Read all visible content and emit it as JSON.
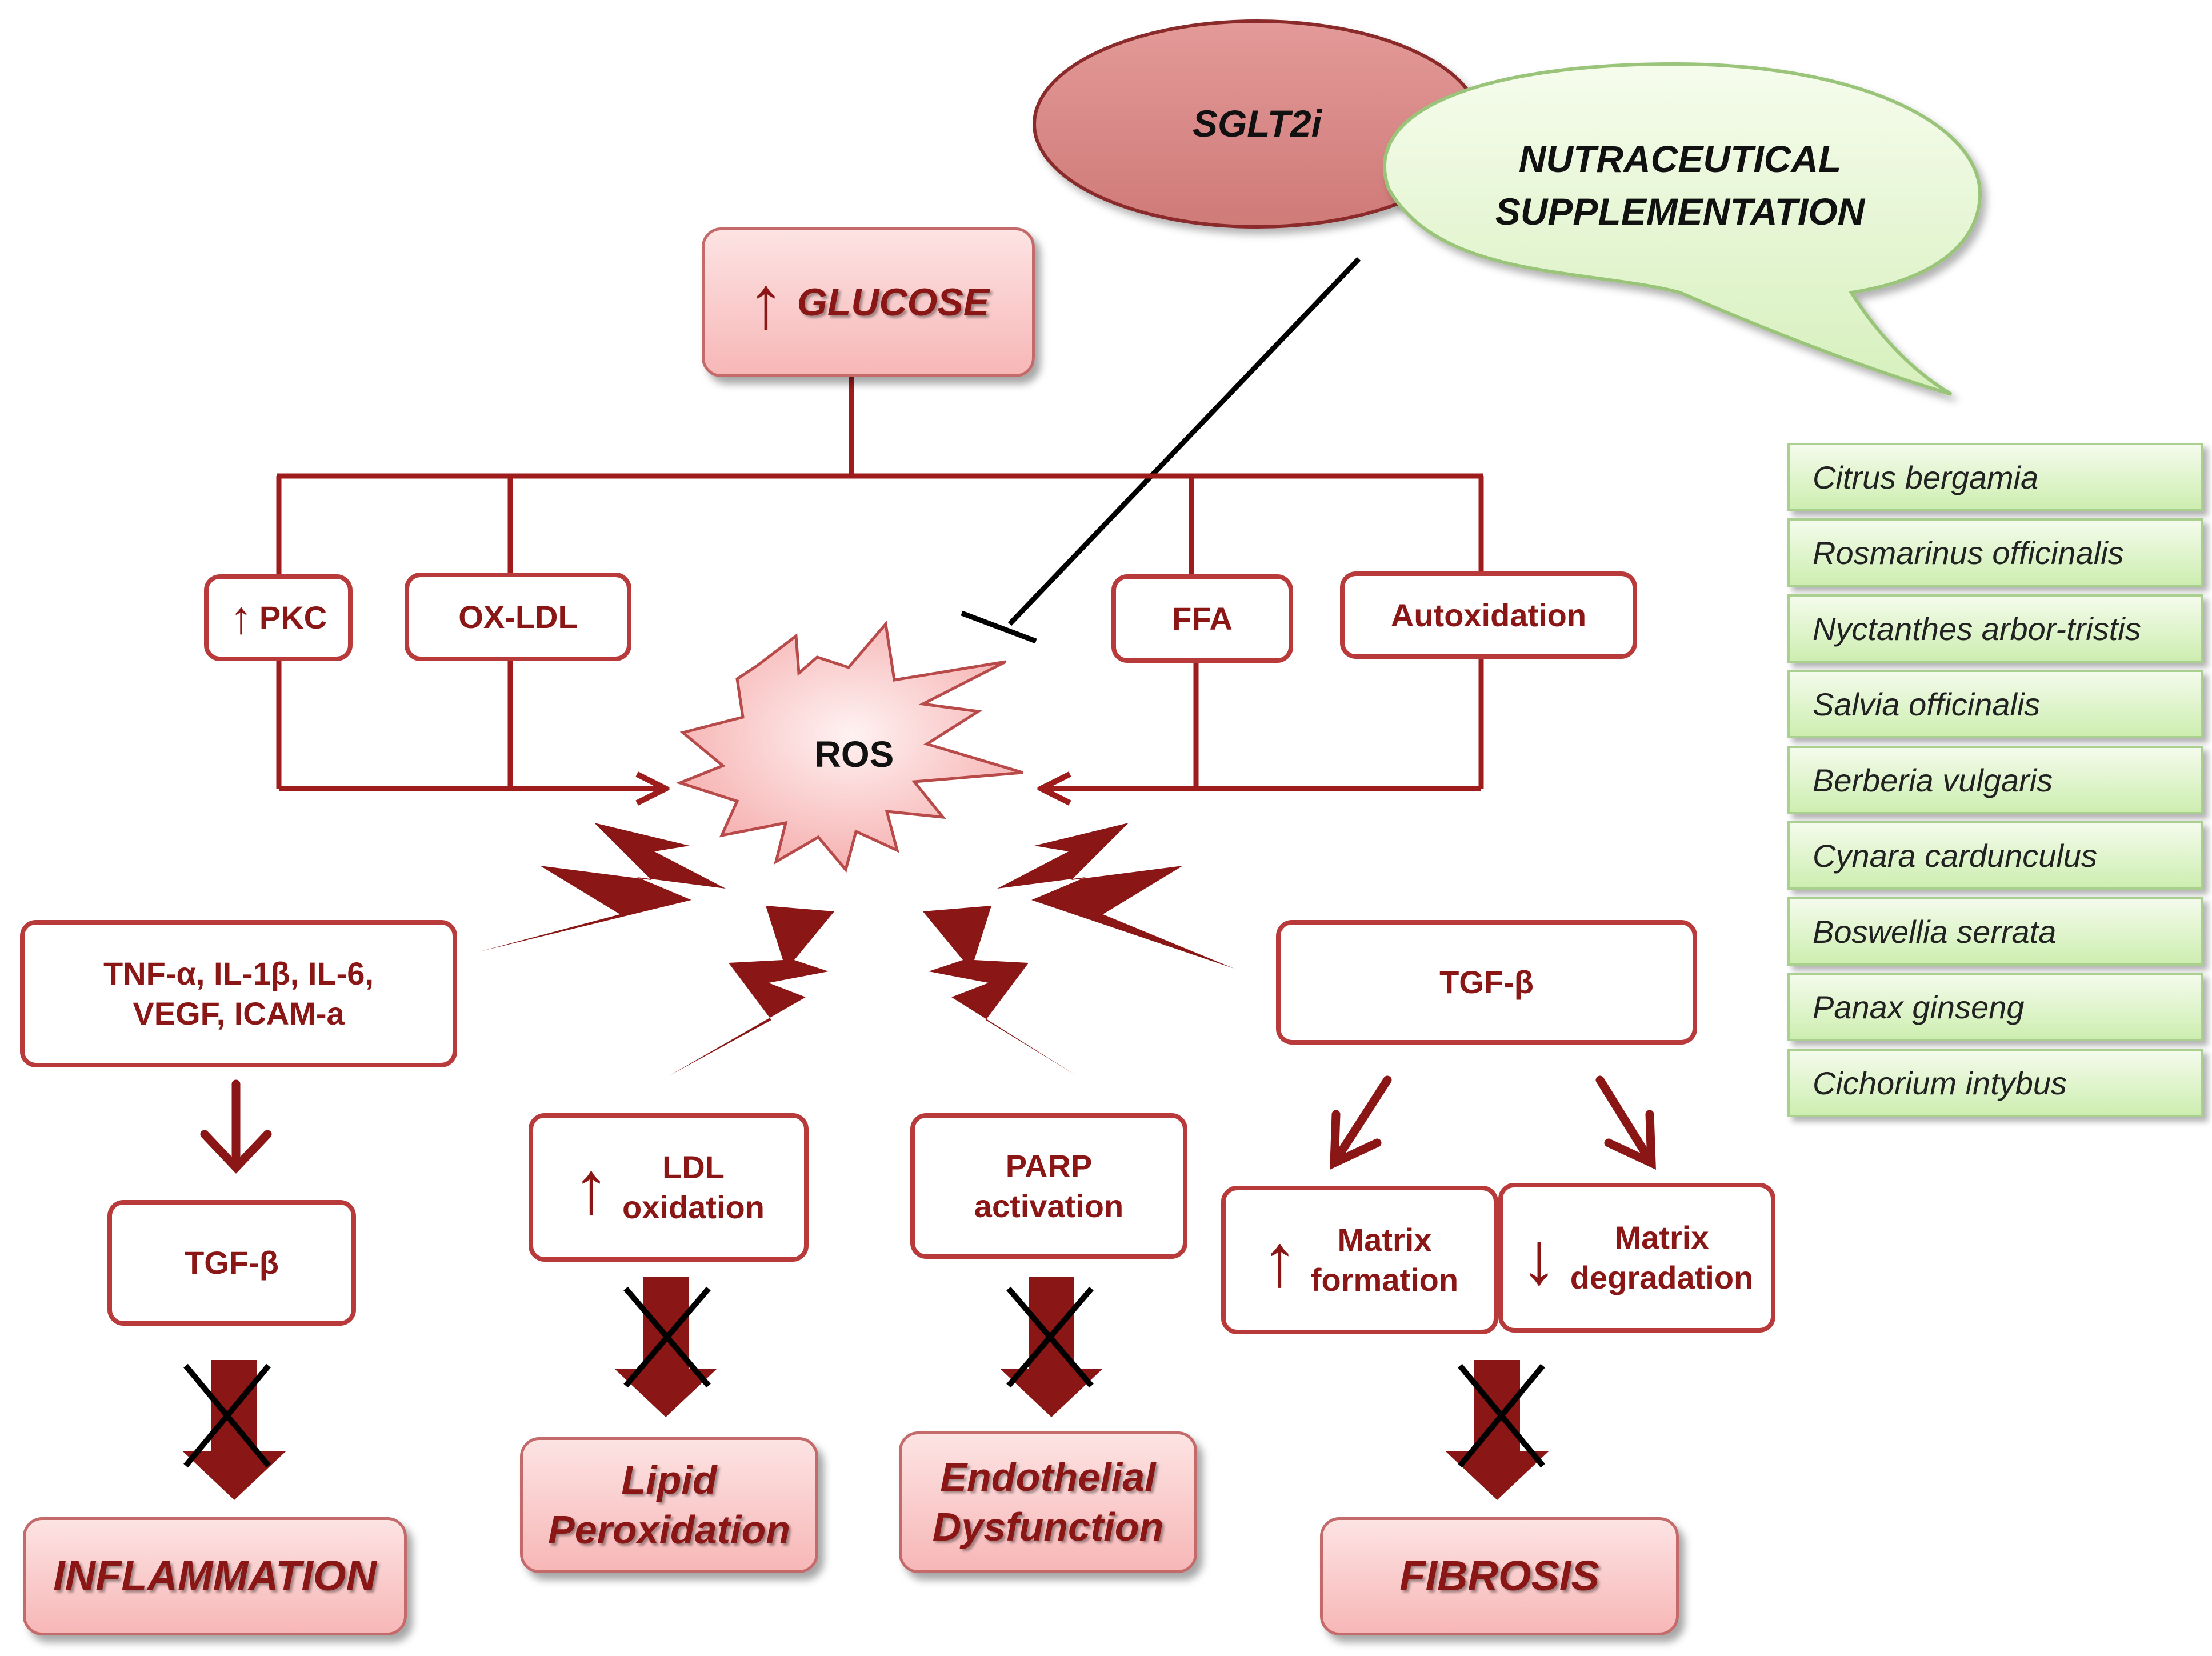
{
  "colors": {
    "dark_red": "#8b1616",
    "border_red": "#b83a3a",
    "pink_fill": "#f7b7b7",
    "green_fill": "#cdeeb0",
    "sglt2i_fill": "#d88a88"
  },
  "sglt2i": {
    "label": "SGLT2i"
  },
  "nutraceutical": {
    "label": "NUTRACEUTICAL\nSUPPLEMENTATION"
  },
  "glucose": {
    "arrow": "↑",
    "label": "GLUCOSE"
  },
  "sources": {
    "pkc": {
      "arrow": "↑",
      "label": "PKC"
    },
    "oxldl": "OX-LDL",
    "ffa": "FFA",
    "autoxidation": "Autoxidation"
  },
  "ros": "ROS",
  "pathways": {
    "inflammation": {
      "cytokines": "TNF-α, IL-1β, IL-6,\nVEGF, ICAM-a",
      "mediator": "TGF-β",
      "outcome": "INFLAMMATION"
    },
    "lipid": {
      "arrow": "↑",
      "step": "LDL\noxidation",
      "outcome": "Lipid\nPeroxidation"
    },
    "endothelial": {
      "step": "PARP\nactivation",
      "outcome": "Endothelial\nDysfunction"
    },
    "fibrosis": {
      "mediator": "TGF-β",
      "matrix_formation": {
        "arrow": "↑",
        "label": "Matrix\nformation"
      },
      "matrix_degradation": {
        "arrow": "↓",
        "label": "Matrix\ndegradation"
      },
      "outcome": "FIBROSIS"
    }
  },
  "plants": [
    "Citrus bergamia",
    "Rosmarinus officinalis",
    "Nyctanthes arbor-tristis",
    "Salvia officinalis",
    "Berberia vulgaris",
    "Cynara cardunculus",
    "Boswellia serrata",
    "Panax ginseng",
    "Cichorium intybus"
  ]
}
